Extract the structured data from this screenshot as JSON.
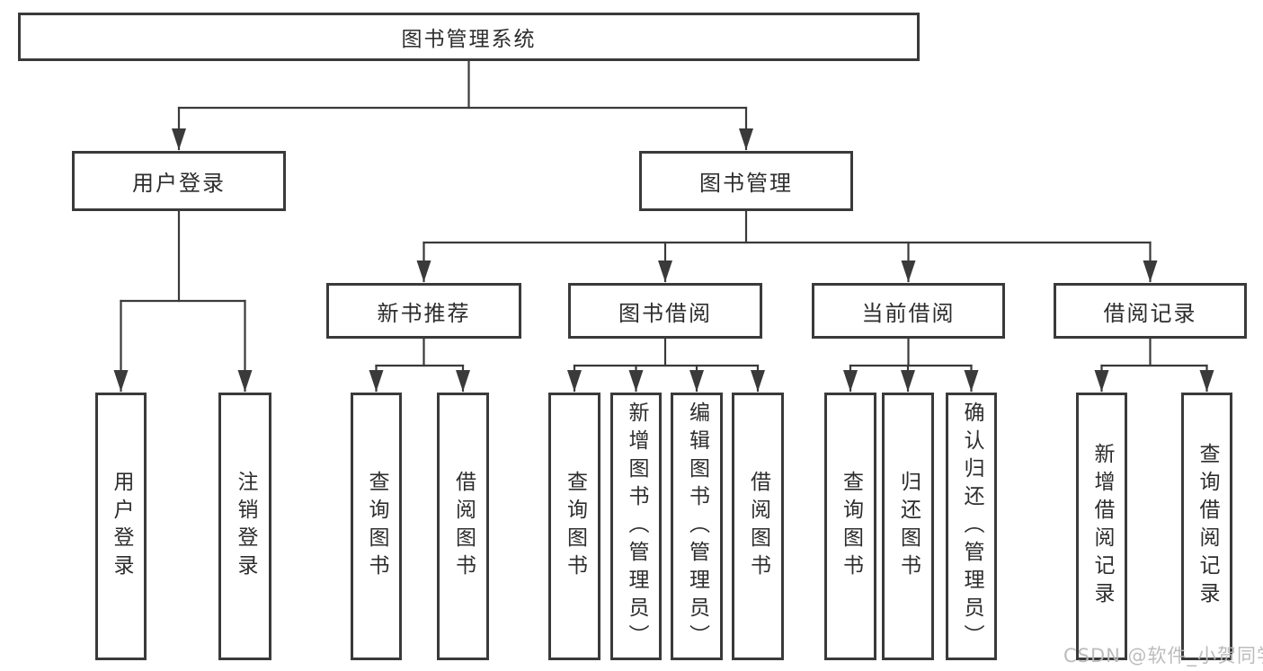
{
  "diagram": {
    "title": "图书管理系统",
    "root": {
      "label": "图书管理系统"
    },
    "level2": [
      {
        "id": "user-login-group",
        "label": "用户登录"
      },
      {
        "id": "book-management",
        "label": "图书管理"
      }
    ],
    "level3": [
      {
        "id": "new-book-recommend",
        "label": "新书推荐",
        "parent": "图书管理"
      },
      {
        "id": "book-borrowing",
        "label": "图书借阅",
        "parent": "图书管理"
      },
      {
        "id": "current-borrowing",
        "label": "当前借阅",
        "parent": "图书管理"
      },
      {
        "id": "borrowing-records",
        "label": "借阅记录",
        "parent": "图书管理"
      }
    ],
    "leaves": [
      {
        "id": "user-login",
        "label": "用户登录",
        "parent": "用户登录"
      },
      {
        "id": "logout",
        "label": "注销登录",
        "parent": "用户登录"
      },
      {
        "id": "query-books-recommend",
        "label": "查询图书",
        "parent": "新书推荐"
      },
      {
        "id": "borrow-books-recommend",
        "label": "借阅图书",
        "parent": "新书推荐"
      },
      {
        "id": "query-books-borrow",
        "label": "查询图书",
        "parent": "图书借阅"
      },
      {
        "id": "add-books-admin",
        "label": "新增图书（管理员）",
        "parent": "图书借阅"
      },
      {
        "id": "edit-books-admin",
        "label": "编辑图书（管理员）",
        "parent": "图书借阅"
      },
      {
        "id": "borrow-books",
        "label": "借阅图书",
        "parent": "图书借阅"
      },
      {
        "id": "query-books-current",
        "label": "查询图书",
        "parent": "当前借阅"
      },
      {
        "id": "return-books",
        "label": "归还图书",
        "parent": "当前借阅"
      },
      {
        "id": "confirm-return-admin",
        "label": "确认归还（管理员）",
        "parent": "当前借阅"
      },
      {
        "id": "add-borrow-record",
        "label": "新增借阅记录",
        "parent": "借阅记录"
      },
      {
        "id": "query-borrow-record",
        "label": "查询借阅记录",
        "parent": "借阅记录"
      }
    ]
  },
  "watermark": {
    "text": "CSDN @软件_小贺同学"
  },
  "colors": {
    "line": "#3a3a3a",
    "border": "#3a3a3a",
    "text": "#2d2d2d",
    "watermark": "#b9b9b9",
    "background": "#ffffff"
  }
}
